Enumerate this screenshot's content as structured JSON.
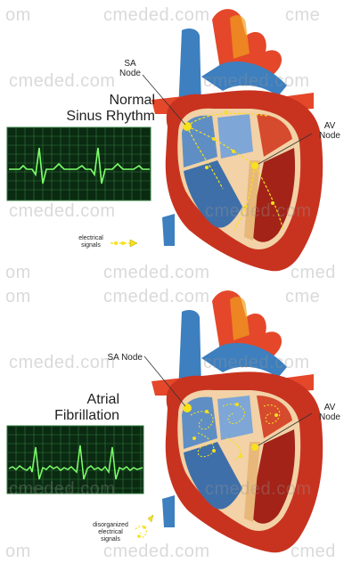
{
  "watermark": "cmeded.com",
  "panels": [
    {
      "title_line1": "Normal",
      "title_line2": "Sinus Rhythm",
      "sa_label_line1": "SA",
      "sa_label_line2": "Node",
      "av_label_line1": "AV",
      "av_label_line2": "Node",
      "legend_line1": "electrical",
      "legend_line2": "signals"
    },
    {
      "title_line1": "Atrial",
      "title_line2": "Fibrillation",
      "sa_label": "SA Node",
      "av_label_line1": "AV",
      "av_label_line2": "Node",
      "legend_line1": "disorganized",
      "legend_line2": "electrical",
      "legend_line3": "signals"
    }
  ],
  "colors": {
    "ecg_bg": "#0b2a12",
    "ecg_grid": "#2f7a3a",
    "ecg_line": "#7dff6a",
    "heart_red": "#c8331f",
    "vessel_red": "#e4472a",
    "vessel_blue": "#3d7fbf",
    "chamber_blue": "#5f8ec4",
    "signal_yellow": "#f5e11d"
  }
}
